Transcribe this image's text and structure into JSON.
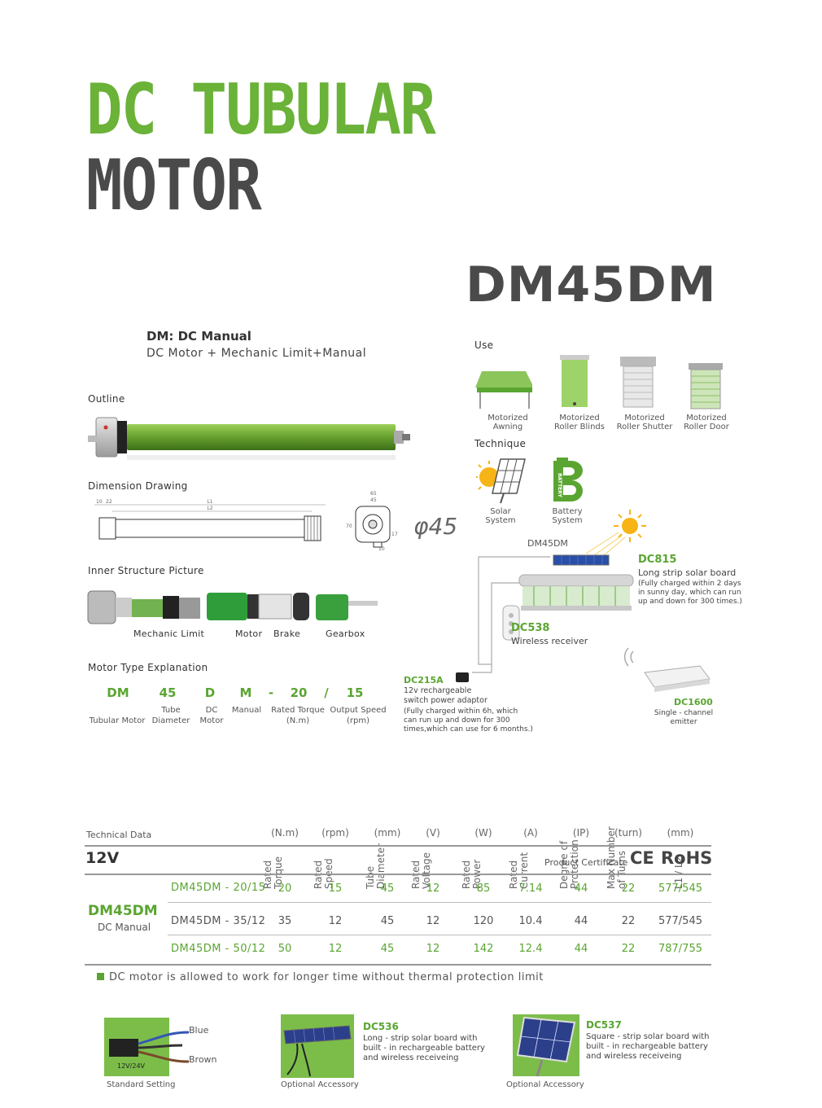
{
  "header": {
    "line1": "DC TUBULAR",
    "line2": "MOTOR",
    "model": "DM45DM"
  },
  "intro": {
    "title": "DM: DC Manual",
    "desc": "DC Motor + Mechanic Limit+Manual"
  },
  "sections": {
    "outline": "Outline",
    "dimension": "Dimension Drawing",
    "inner": "Inner Structure Picture",
    "motor_type": "Motor Type Explanation",
    "use": "Use",
    "technique": "Technique",
    "technical_data": "Technical Data"
  },
  "diameter_label": "φ45",
  "dimension_marks": {
    "l1": "L1",
    "l2": "L2",
    "d1": "10",
    "d2": "22",
    "w65": "65",
    "w45": "45",
    "h70": "70",
    "h17": "17",
    "h10": "10"
  },
  "inner_labels": {
    "mechanic_limit": "Mechanic Limit",
    "motor": "Motor",
    "brake": "Brake",
    "gearbox": "Gearbox"
  },
  "use_items": [
    {
      "line1": "Motorized",
      "line2": "Awning"
    },
    {
      "line1": "Motorized",
      "line2": "Roller Blinds"
    },
    {
      "line1": "Motorized",
      "line2": "Roller Shutter"
    },
    {
      "line1": "Motorized",
      "line2": "Roller Door"
    }
  ],
  "technique_items": [
    {
      "line1": "Solar",
      "line2": "System"
    },
    {
      "line1": "Battery",
      "line2": "System"
    }
  ],
  "battery_icon_text": "BATTERY",
  "system_diagram": {
    "motor_label": "DM45DM",
    "dc815": {
      "name": "DC815",
      "line1": "Long strip solar board",
      "note": [
        "(Fully charged within 2 days",
        "in sunny day, which can run",
        "up and down for 300 times.)"
      ]
    },
    "dc538": {
      "name": "DC538",
      "line1": "Wireless receiver"
    },
    "dc215a": {
      "name": "DC215A",
      "lines": [
        "12v rechargeable",
        "switch power adaptor"
      ],
      "note": [
        "(Fully charged within 6h, which",
        "can run up and down for 300",
        "times,which can use for 6 months.)"
      ]
    },
    "dc1600": {
      "name": "DC1600",
      "lines": [
        "Single - channel",
        "emitter"
      ]
    }
  },
  "motor_type": {
    "codes": [
      "DM",
      "45",
      "D",
      "M",
      "-",
      "20",
      "/",
      "15"
    ],
    "labels": [
      {
        "l1": "Tubular Motor",
        "l2": ""
      },
      {
        "l1": "Tube",
        "l2": "Diameter"
      },
      {
        "l1": "DC",
        "l2": "Motor"
      },
      {
        "l1": "Manual",
        "l2": ""
      },
      {
        "l1": "Rated Torque",
        "l2": "(N.m)"
      },
      {
        "l1": "Output Speed",
        "l2": "(rpm)"
      }
    ]
  },
  "table": {
    "columns": [
      {
        "l1": "Rated",
        "l2": "Torque",
        "unit": "(N.m)"
      },
      {
        "l1": "Rated",
        "l2": "Speed",
        "unit": "(rpm)"
      },
      {
        "l1": "Tube",
        "l2": "Diameter",
        "unit": "(mm)"
      },
      {
        "l1": "Rated",
        "l2": "Voltage",
        "unit": "(V)"
      },
      {
        "l1": "Rated",
        "l2": "Power",
        "unit": "(W)"
      },
      {
        "l1": "Rated",
        "l2": "Current",
        "unit": "(A)"
      },
      {
        "l1": "Degree of",
        "l2": "Protection",
        "unit": "(IP)"
      },
      {
        "l1": "Max Number",
        "l2": "of Turns",
        "unit": "(turn)"
      },
      {
        "l1": "L1 / L2",
        "l2": "",
        "unit": "(mm)"
      }
    ],
    "voltage": "12V",
    "certificate_label": "Product Certificate",
    "ce": "CE",
    "rohs": "RoHS",
    "group_name": "DM45DM",
    "group_sub": "DC Manual",
    "rows": [
      {
        "model": "DM45DM - 20/15",
        "values": [
          "20",
          "15",
          "45",
          "12",
          "85",
          "7.14",
          "44",
          "22",
          "577/545"
        ]
      },
      {
        "model": "DM45DM - 35/12",
        "values": [
          "35",
          "12",
          "45",
          "12",
          "120",
          "10.4",
          "44",
          "22",
          "577/545"
        ]
      },
      {
        "model": "DM45DM - 50/12",
        "values": [
          "50",
          "12",
          "45",
          "12",
          "142",
          "12.4",
          "44",
          "22",
          "787/755"
        ]
      }
    ],
    "footnote": "DC motor is allowed to work for longer time without thermal protection limit"
  },
  "bottom": {
    "standard": {
      "caption": "Standard Setting",
      "blue": "Blue",
      "brown": "Brown",
      "box": "12V/24V"
    },
    "dc536": {
      "name": "DC536",
      "lines": [
        "Long - strip solar board with",
        "built - in rechargeable battery",
        "and wireless receiveing"
      ],
      "caption": "Optional Accessory"
    },
    "dc537": {
      "name": "DC537",
      "lines": [
        "Square - strip solar board with",
        "built - in rechargeable battery",
        "and wireless receiveing"
      ],
      "caption": "Optional Accessory"
    }
  },
  "colors": {
    "brand_green": "#5aa531",
    "dark_grey": "#4a4a4a"
  }
}
